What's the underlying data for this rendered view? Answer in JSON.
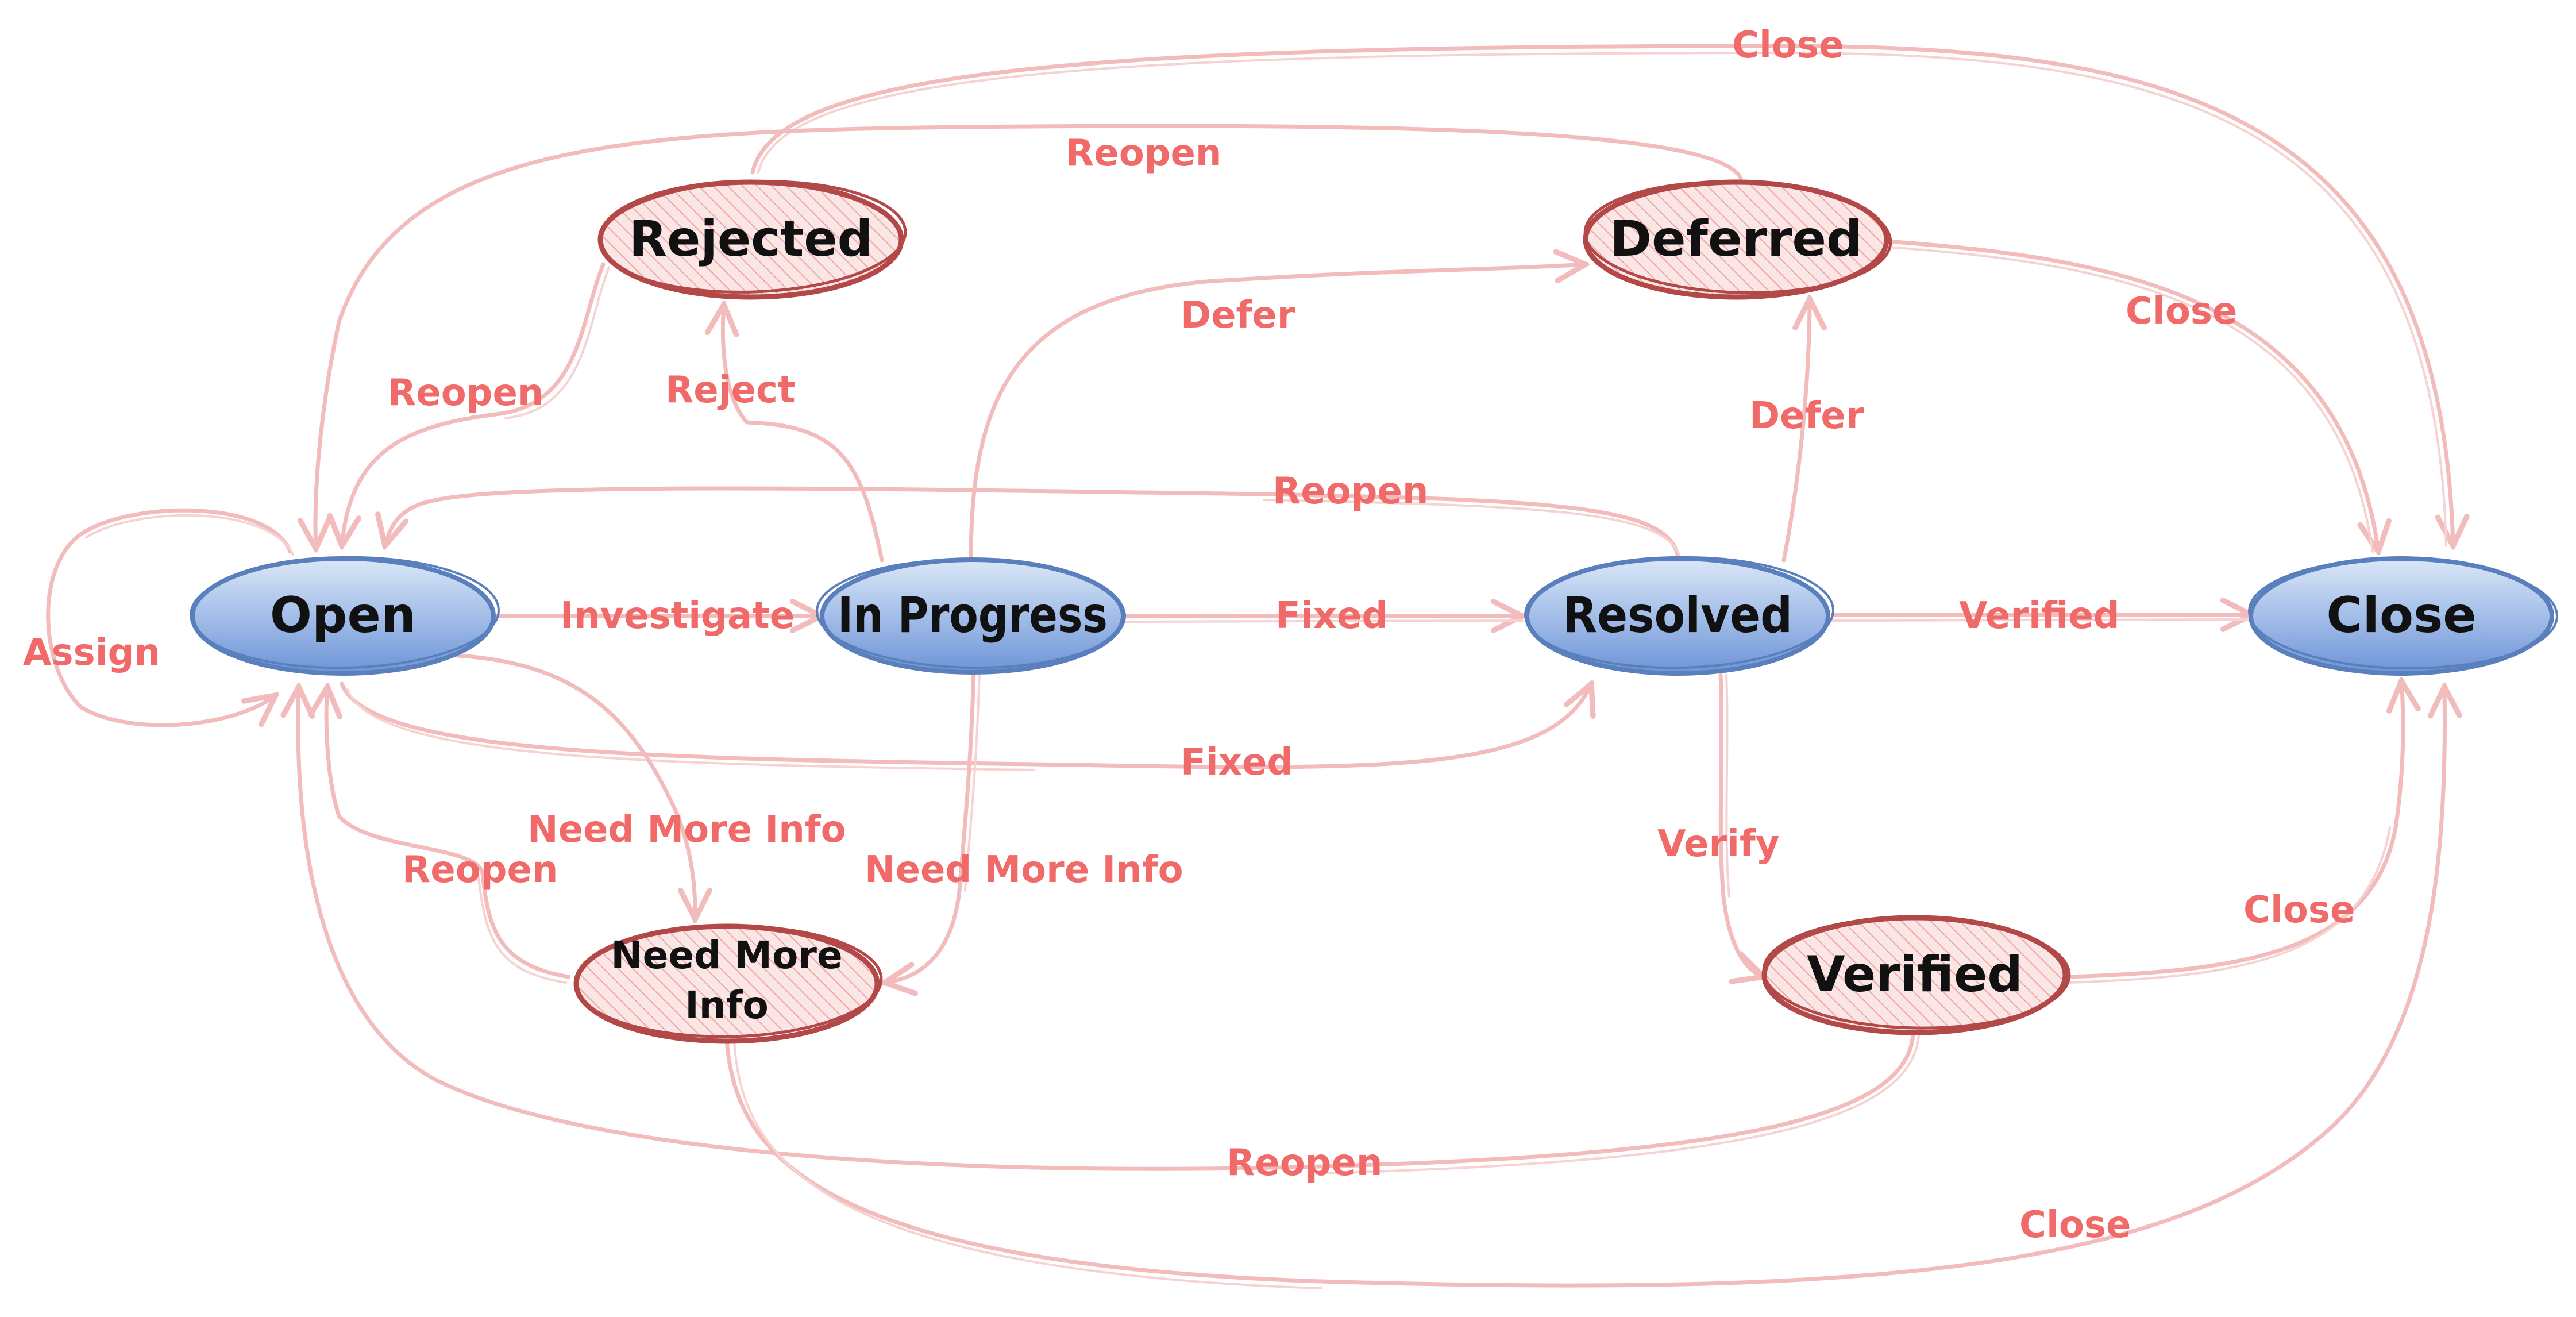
{
  "nodes": {
    "open": "Open",
    "in_progress": "In Progress",
    "resolved": "Resolved",
    "close": "Close",
    "rejected": "Rejected",
    "deferred": "Deferred",
    "need_more_info_line1": "Need More",
    "need_more_info_line2": "Info",
    "verified": "Verified"
  },
  "edges": {
    "assign": "Assign",
    "investigate": "Investigate",
    "fixed_ip_resolved": "Fixed",
    "verified_resolved_close": "Verified",
    "reject": "Reject",
    "reopen_rejected_open": "Reopen",
    "defer_ip_deferred": "Defer",
    "defer_resolved_deferred": "Defer",
    "close_deferred_close": "Close",
    "close_rejected_close": "Close",
    "reopen_deferred_open": "Reopen",
    "reopen_resolved_open": "Reopen",
    "fixed_open_resolved": "Fixed",
    "need_more_info_open": "Need More Info",
    "need_more_info_ip": "Need More Info",
    "reopen_nmi_open": "Reopen",
    "verify": "Verify",
    "close_verified_close": "Close",
    "reopen_verified_open": "Reopen",
    "close_nmi_close": "Close"
  },
  "colors": {
    "state_primary_fill": "#7ea3dd",
    "state_primary_stroke": "#5a7fbd",
    "state_secondary_stroke": "#b24848",
    "edge_stroke": "#f2bcbc",
    "edge_label": "#f06a6a"
  }
}
